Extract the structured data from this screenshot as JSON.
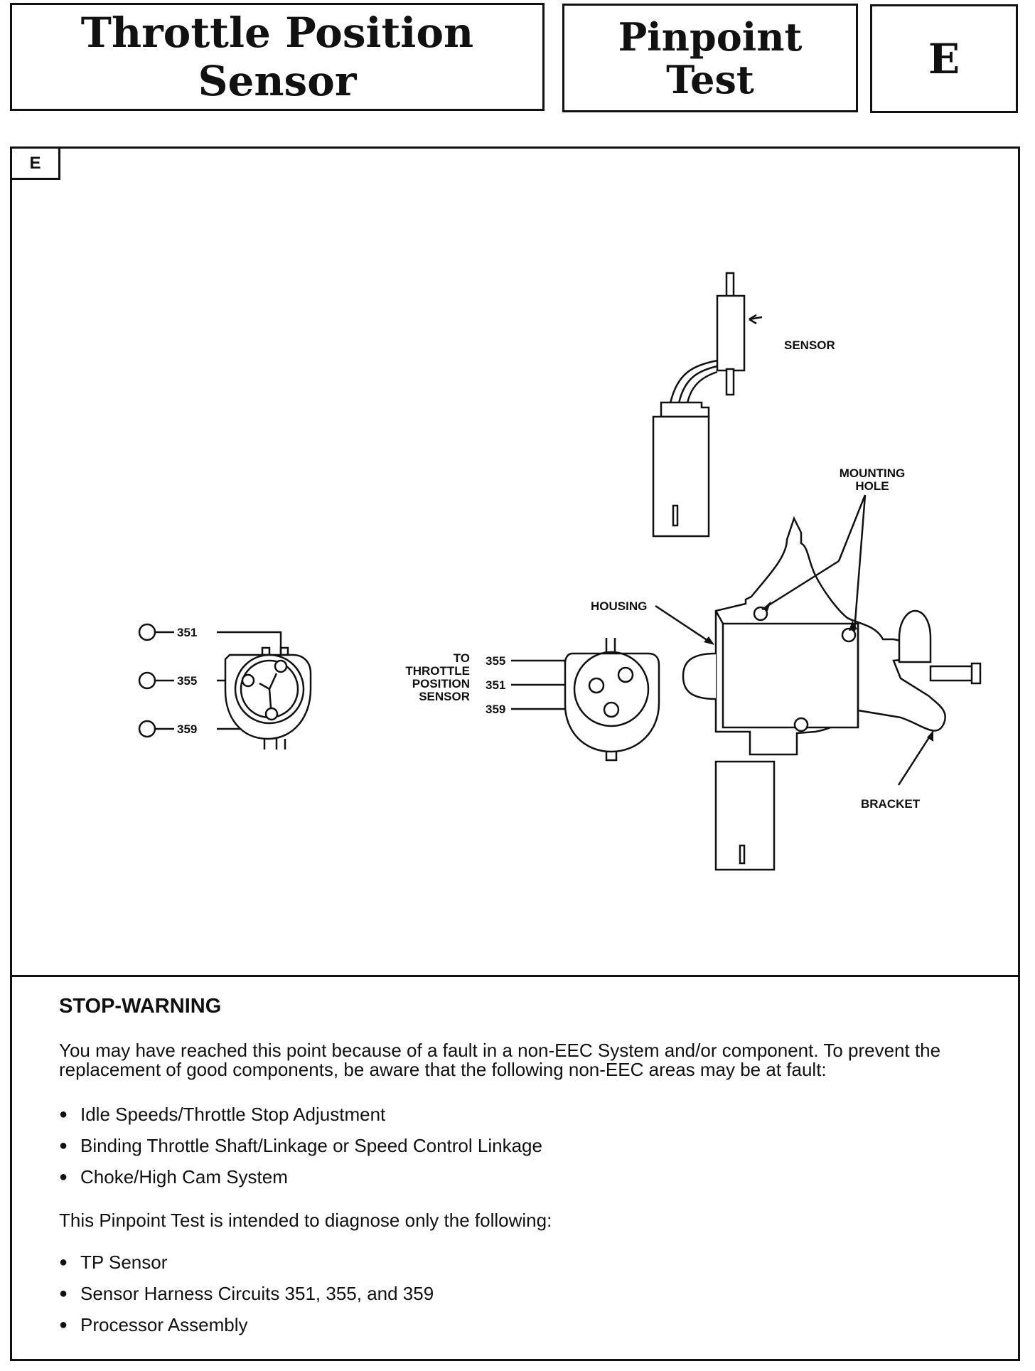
{
  "header": {
    "title": "Throttle Position Sensor",
    "test_line1": "Pinpoint",
    "test_line2": "Test",
    "test_letter": "E"
  },
  "frame_tag": "E",
  "diagram": {
    "labels": {
      "sensor": "SENSOR",
      "mounting_line1": "MOUNTING",
      "mounting_line2": "HOLE",
      "housing": "HOUSING",
      "bracket": "BRACKET",
      "to_line1": "TO",
      "to_line2": "THROTTLE",
      "to_line3": "POSITION",
      "to_line4": "SENSOR"
    },
    "left_connector_pins": [
      "351",
      "355",
      "359"
    ],
    "right_connector_pins": [
      "355",
      "351",
      "359"
    ]
  },
  "warning": {
    "title": "STOP-WARNING",
    "intro": "You may have reached this point because of a fault in a non-EEC System and/or component. To prevent the replacement of good components, be aware that the following non-EEC areas may be at fault:",
    "fault_areas": [
      "Idle Speeds/Throttle Stop Adjustment",
      "Binding Throttle Shaft/Linkage or Speed Control Linkage",
      "Choke/High Cam System"
    ],
    "scope_intro": "This Pinpoint Test is intended to diagnose only the following:",
    "scope_items": [
      "TP Sensor",
      "Sensor Harness Circuits 351, 355, and 359",
      "Processor Assembly"
    ]
  }
}
